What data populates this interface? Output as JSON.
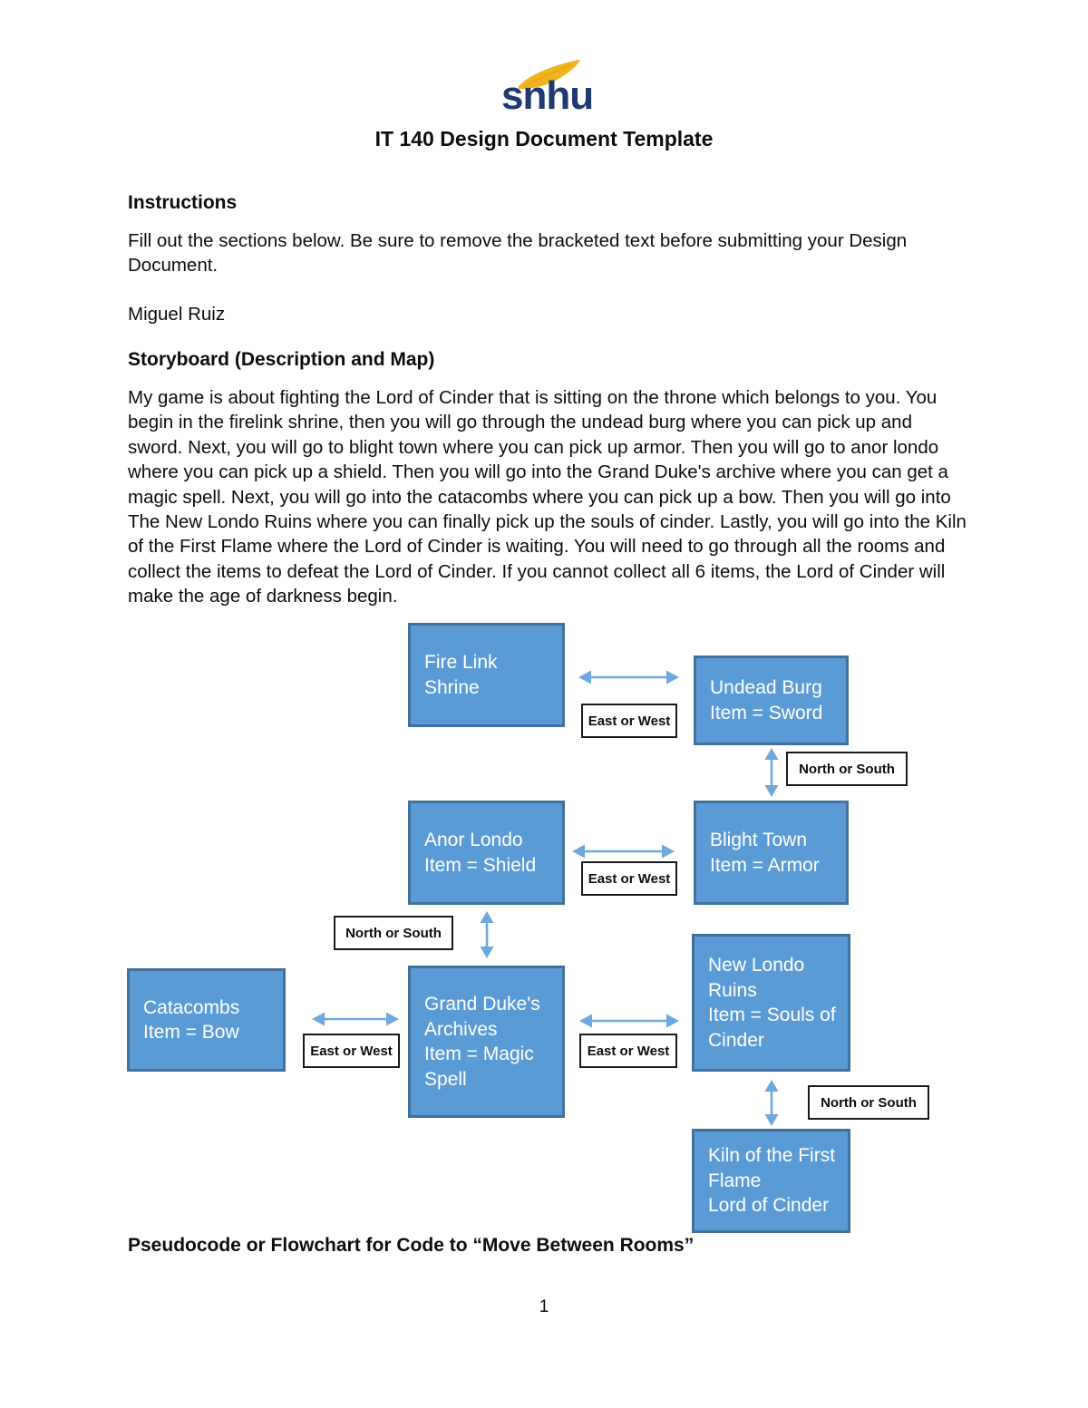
{
  "document": {
    "logo": {
      "text": "snhu",
      "text_color": "#203A70",
      "leaf_color": "#F0B41C"
    },
    "title": "IT 140 Design Document Template",
    "instructions": {
      "heading": "Instructions",
      "body": "Fill out the sections below. Be sure to remove the bracketed text before submitting your Design Document."
    },
    "author": "Miguel Ruiz",
    "storyboard": {
      "heading": "Storyboard (Description and Map)",
      "body": "My game is about fighting the Lord of Cinder that is sitting on the throne which belongs to you. You begin in the firelink shrine, then you will go through the undead burg where you can pick up and sword. Next, you will go to blight town where you can pick up armor. Then you will go to anor londo where you can pick up a shield. Then you will go into the Grand Duke's archive where you can get a magic spell. Next, you will go into the catacombs where you can pick up a bow. Then you will go into The New Londo Ruins where you can finally pick up the souls of cinder. Lastly, you will go into the Kiln of the First Flame where the Lord of Cinder is waiting.  You will need to go through all the rooms and collect the items to defeat the Lord of Cinder. If you cannot collect all 6 items, the Lord of Cinder will make the age of darkness begin."
    },
    "pseudocode_heading": "Pseudocode or Flowchart for Code to “Move Between Rooms”",
    "page_number": "1"
  },
  "map": {
    "rooms": {
      "fire_link_shrine": "Fire Link Shrine",
      "undead_burg": "Undead Burg\nItem = Sword",
      "anor_londo": "Anor Londo\nItem = Shield",
      "blight_town": "Blight Town\nItem = Armor",
      "catacombs": "Catacombs\nItem = Bow",
      "grand_dukes_archives": "Grand Duke's\nArchives\nItem = Magic\nSpell",
      "new_londo_ruins": "New Londo\nRuins\nItem = Souls of\nCinder",
      "kiln_of_the_first_flame": "Kiln of the First\nFlame\nLord of Cinder"
    },
    "labels": {
      "east_west": "East or West",
      "north_south": "North or South"
    },
    "colors": {
      "room_fill": "#5B9BD5",
      "room_border": "#41719C",
      "arrow": "#6FA8DC",
      "label_border": "#1a1a1a"
    }
  }
}
